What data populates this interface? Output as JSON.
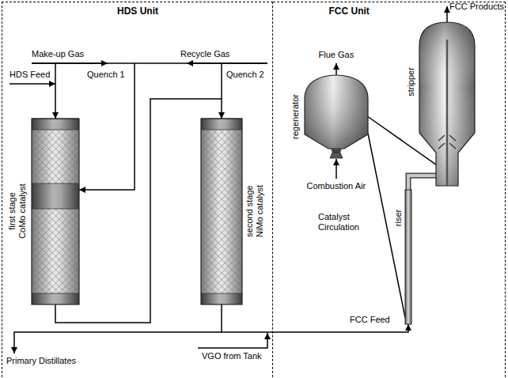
{
  "diagram": {
    "nodes": [
      {
        "text": [
          "HDS Unit"
        ]
      },
      {
        "text": [
          "first stage CoMo catalyst"
        ],
        "in": 0
      },
      {
        "text": [
          "second stage NiMo catalyst"
        ],
        "in": 0
      },
      {
        "text": [
          "FCC Unit"
        ]
      },
      {
        "text": [
          "regenerator"
        ],
        "in": 3
      },
      {
        "text": [
          "stripper"
        ],
        "in": 3
      },
      {
        "text": [
          "riser"
        ],
        "in": 3
      }
    ],
    "edges": [
      {
        "from": 1,
        "to": 2,
        "arrow": "to"
      },
      {
        "from": 2,
        "to": 6,
        "label": "FCC Feed",
        "arrow": "to"
      },
      {
        "from": 4,
        "to": 5,
        "arrow": "none"
      },
      {
        "from": 4,
        "to": 6,
        "arrow": "none"
      }
    ],
    "labels": [
      "Make-up Gas",
      "Recycle Gas",
      "HDS Feed",
      "Quench 1",
      "Quench 2",
      "Primary Distillates",
      "VGO from Tank",
      "Flue Gas",
      "Combustion Air",
      "Catalyst Circulation",
      "FCC Products"
    ]
  }
}
